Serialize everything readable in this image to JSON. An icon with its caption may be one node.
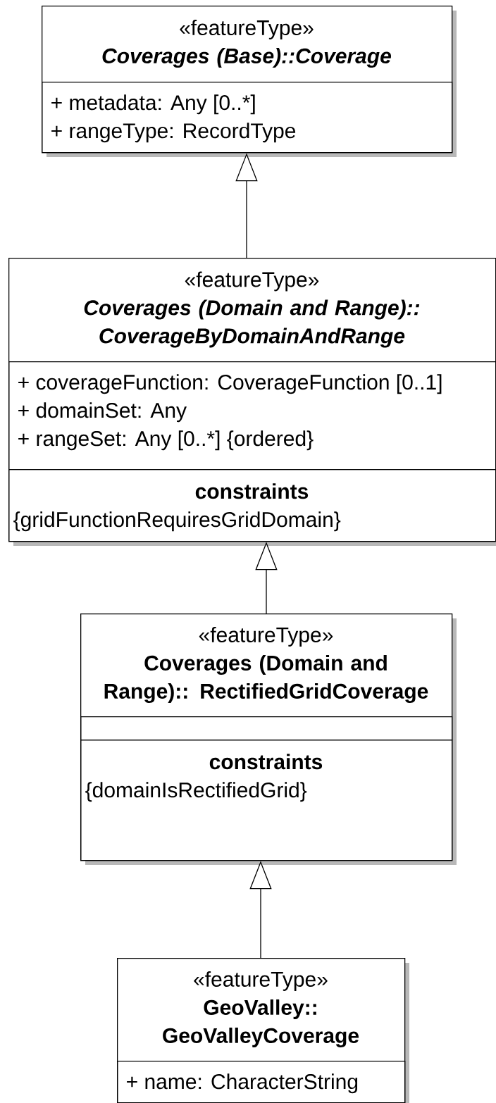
{
  "diagram": {
    "nodes": [
      {
        "text": [
          "«featureType»",
          "Coverages (Base)::Coverage"
        ]
      },
      {
        "text": [
          "+ metadata: Any [0..*]",
          "+ rangeType: RecordType"
        ],
        "in": 0
      },
      {
        "text": [
          "«featureType»",
          "Coverages (Domain and Range):: CoverageByDomainAndRange"
        ]
      },
      {
        "text": [
          "+ coverageFunction: CoverageFunction [0..1]",
          "+ domainSet: Any",
          "+ rangeSet: Any [0..*] {ordered}"
        ],
        "in": 2
      },
      {
        "text": [
          "constraints",
          "{gridFunctionRequiresGridDomain}"
        ],
        "in": 2
      },
      {
        "text": [
          "«featureType»",
          "Coverages (Domain and Range):: RectifiedGridCoverage"
        ]
      },
      {
        "text": [],
        "shape": "box",
        "in": 5
      },
      {
        "text": [
          "constraints",
          "{domainIsRectifiedGrid}"
        ],
        "in": 5
      },
      {
        "text": [
          "«featureType»",
          "GeoValley:: GeoValleyCoverage"
        ]
      },
      {
        "text": [
          "+ name: CharacterString"
        ],
        "in": 8
      }
    ],
    "edges": [
      {
        "from": 2,
        "to": 0,
        "arrow": "to"
      },
      {
        "from": 5,
        "to": 2,
        "arrow": "to"
      },
      {
        "from": 8,
        "to": 5,
        "arrow": "to"
      }
    ]
  }
}
